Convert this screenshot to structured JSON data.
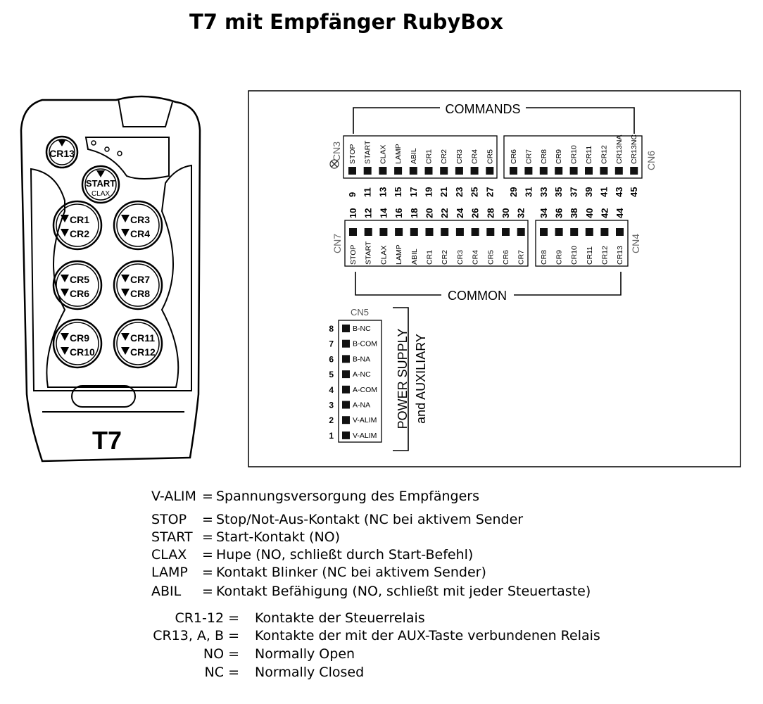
{
  "title": "T7 mit Empfänger RubyBox",
  "remote": {
    "model": "T7",
    "buttons": [
      {
        "lines": [
          "CR13"
        ]
      },
      {
        "lines": [
          "START",
          "CLAX"
        ]
      },
      {
        "lines": [
          "CR1",
          "CR2"
        ]
      },
      {
        "lines": [
          "CR3",
          "CR4"
        ]
      },
      {
        "lines": [
          "CR5",
          "CR6"
        ]
      },
      {
        "lines": [
          "CR7",
          "CR8"
        ]
      },
      {
        "lines": [
          "CR9",
          "CR10"
        ]
      },
      {
        "lines": [
          "CR11",
          "CR12"
        ]
      }
    ]
  },
  "wiring": {
    "commands_label": "COMMANDS",
    "common_label": "COMMON",
    "power_label_1": "POWER SUPPLY",
    "power_label_2": "and AUXILIARY",
    "cn3": {
      "name": "CN3",
      "pins": [
        [
          "STOP",
          "9"
        ],
        [
          "START",
          "11"
        ],
        [
          "CLAX",
          "13"
        ],
        [
          "LAMP",
          "15"
        ],
        [
          "ABIL",
          "17"
        ],
        [
          "CR1",
          "19"
        ],
        [
          "CR2",
          "21"
        ],
        [
          "CR3",
          "23"
        ],
        [
          "CR4",
          "25"
        ],
        [
          "CR5",
          "27"
        ]
      ]
    },
    "cn6": {
      "name": "CN6",
      "pins": [
        [
          "CR6",
          "29"
        ],
        [
          "CR7",
          "31"
        ],
        [
          "CR8",
          "33"
        ],
        [
          "CR9",
          "35"
        ],
        [
          "CR10",
          "37"
        ],
        [
          "CR11",
          "39"
        ],
        [
          "CR12",
          "41"
        ],
        [
          "CR13NA",
          "43"
        ],
        [
          "CR13NC",
          "45"
        ]
      ]
    },
    "cn7": {
      "name": "CN7",
      "pins": [
        [
          "STOP",
          "10"
        ],
        [
          "START",
          "12"
        ],
        [
          "CLAX",
          "14"
        ],
        [
          "LAMP",
          "16"
        ],
        [
          "ABIL",
          "18"
        ],
        [
          "CR1",
          "20"
        ],
        [
          "CR2",
          "22"
        ],
        [
          "CR3",
          "24"
        ],
        [
          "CR4",
          "26"
        ],
        [
          "CR5",
          "28"
        ],
        [
          "CR6",
          "30"
        ],
        [
          "CR7",
          "32"
        ]
      ]
    },
    "cn4": {
      "name": "CN4",
      "pins": [
        [
          "CR8",
          "34"
        ],
        [
          "CR9",
          "36"
        ],
        [
          "CR10",
          "38"
        ],
        [
          "CR11",
          "40"
        ],
        [
          "CR12",
          "42"
        ],
        [
          "CR13",
          "44"
        ]
      ]
    },
    "cn5": {
      "name": "CN5",
      "pins": [
        [
          "8",
          "B-NC"
        ],
        [
          "7",
          "B-COM"
        ],
        [
          "6",
          "B-NA"
        ],
        [
          "5",
          "A-NC"
        ],
        [
          "4",
          "A-COM"
        ],
        [
          "3",
          "A-NA"
        ],
        [
          "2",
          "V-ALIM"
        ],
        [
          "1",
          "V-ALIM"
        ]
      ]
    }
  },
  "legend": {
    "group1": [
      {
        "term": "V-ALIM",
        "eq": "=",
        "desc": "Spannungsversorgung des Empfängers"
      },
      {
        "term": "STOP",
        "eq": "=",
        "desc": "Stop/Not-Aus-Kontakt (NC bei aktivem Sender"
      },
      {
        "term": "START",
        "eq": "=",
        "desc": "Start-Kontakt (NO)"
      },
      {
        "term": "CLAX",
        "eq": "=",
        "desc": "Hupe (NO, schließt durch Start-Befehl)"
      },
      {
        "term": "LAMP",
        "eq": "=",
        "desc": "Kontakt Blinker (NC bei aktivem Sender)"
      },
      {
        "term": "ABIL",
        "eq": "=",
        "desc": "Kontakt Befähigung (NO, schließt mit jeder Steuertaste)"
      }
    ],
    "group2": [
      {
        "term": "CR1-12 =",
        "desc": "Kontakte der Steuerrelais"
      },
      {
        "term": "CR13, A, B =",
        "desc": "Kontakte der mit der AUX-Taste verbundenen Relais"
      },
      {
        "term": "NO =",
        "desc": "Normally Open"
      },
      {
        "term": "NC =",
        "desc": "Normally Closed"
      }
    ]
  }
}
